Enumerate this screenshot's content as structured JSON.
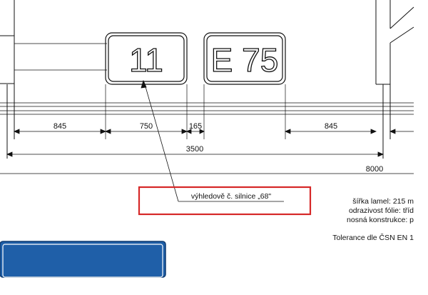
{
  "signs": {
    "left_number": "11",
    "right_number": "E 75"
  },
  "dimensions": {
    "d1": "845",
    "d2": "750",
    "d3": "165",
    "d4": "845",
    "total_sign": "3500",
    "total_overall": "8000"
  },
  "callout": {
    "label": "výhledově č. silnice „68\"",
    "box_color": "#d62828"
  },
  "specs": {
    "line1": "šířka lamel: 215 m",
    "line2": "odrazivost fólie: tříd",
    "line3": "nosná konstrukce: p",
    "tolerance": "Tolerance dle ČSN EN 1"
  },
  "colors": {
    "line": "#111111",
    "panel_blue": "#1f5fa8"
  }
}
